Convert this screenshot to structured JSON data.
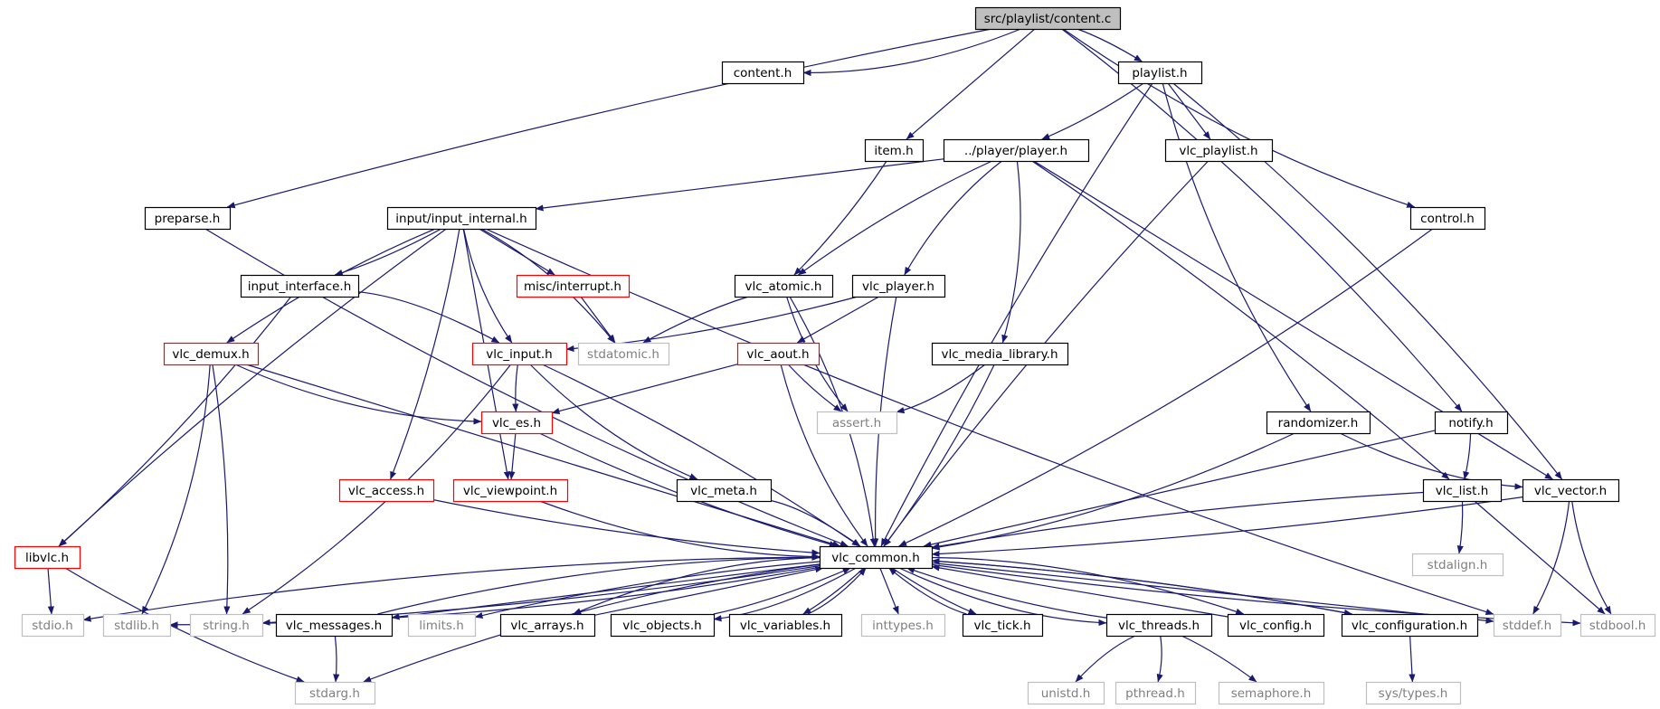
{
  "diagram": {
    "root": "src/playlist/content.c",
    "colors": {
      "root_fill": "#bfbfbf",
      "normal_border": "#000000",
      "truncated_border": "#ff0000",
      "system_border": "#bfbfbf",
      "system_text": "#7f7f7f",
      "edge": "#191970"
    },
    "nodes": {
      "content_c": {
        "label": "src/playlist/content.c",
        "kind": "root"
      },
      "content_h": {
        "label": "content.h",
        "kind": "normal"
      },
      "playlist_h": {
        "label": "playlist.h",
        "kind": "normal"
      },
      "item_h": {
        "label": "item.h",
        "kind": "normal"
      },
      "player_player_h": {
        "label": "../player/player.h",
        "kind": "normal"
      },
      "vlc_playlist_h": {
        "label": "vlc_playlist.h",
        "kind": "normal"
      },
      "preparse_h": {
        "label": "preparse.h",
        "kind": "normal"
      },
      "input_internal_h": {
        "label": "input/input_internal.h",
        "kind": "normal"
      },
      "control_h": {
        "label": "control.h",
        "kind": "normal"
      },
      "input_interface_h": {
        "label": "input_interface.h",
        "kind": "normal"
      },
      "misc_interrupt_h": {
        "label": "misc/interrupt.h",
        "kind": "truncated"
      },
      "vlc_atomic_h": {
        "label": "vlc_atomic.h",
        "kind": "normal"
      },
      "vlc_player_h": {
        "label": "vlc_player.h",
        "kind": "normal"
      },
      "vlc_demux_h": {
        "label": "vlc_demux.h",
        "kind": "truncated"
      },
      "vlc_input_h": {
        "label": "vlc_input.h",
        "kind": "truncated"
      },
      "stdatomic_h": {
        "label": "stdatomic.h",
        "kind": "system"
      },
      "vlc_aout_h": {
        "label": "vlc_aout.h",
        "kind": "truncated"
      },
      "vlc_media_library_h": {
        "label": "vlc_media_library.h",
        "kind": "normal"
      },
      "vlc_es_h": {
        "label": "vlc_es.h",
        "kind": "truncated"
      },
      "assert_h": {
        "label": "assert.h",
        "kind": "system"
      },
      "randomizer_h": {
        "label": "randomizer.h",
        "kind": "normal"
      },
      "notify_h": {
        "label": "notify.h",
        "kind": "normal"
      },
      "vlc_access_h": {
        "label": "vlc_access.h",
        "kind": "truncated"
      },
      "vlc_viewpoint_h": {
        "label": "vlc_viewpoint.h",
        "kind": "truncated"
      },
      "vlc_meta_h": {
        "label": "vlc_meta.h",
        "kind": "normal"
      },
      "vlc_list_h": {
        "label": "vlc_list.h",
        "kind": "normal"
      },
      "vlc_vector_h": {
        "label": "vlc_vector.h",
        "kind": "normal"
      },
      "libvlc_h": {
        "label": "libvlc.h",
        "kind": "truncated"
      },
      "vlc_common_h": {
        "label": "vlc_common.h",
        "kind": "normal"
      },
      "stdalign_h": {
        "label": "stdalign.h",
        "kind": "system"
      },
      "stdio_h": {
        "label": "stdio.h",
        "kind": "system"
      },
      "stdlib_h": {
        "label": "stdlib.h",
        "kind": "system"
      },
      "string_h": {
        "label": "string.h",
        "kind": "system"
      },
      "vlc_messages_h": {
        "label": "vlc_messages.h",
        "kind": "normal"
      },
      "limits_h": {
        "label": "limits.h",
        "kind": "system"
      },
      "vlc_arrays_h": {
        "label": "vlc_arrays.h",
        "kind": "normal"
      },
      "vlc_objects_h": {
        "label": "vlc_objects.h",
        "kind": "normal"
      },
      "vlc_variables_h": {
        "label": "vlc_variables.h",
        "kind": "normal"
      },
      "inttypes_h": {
        "label": "inttypes.h",
        "kind": "system"
      },
      "vlc_tick_h": {
        "label": "vlc_tick.h",
        "kind": "normal"
      },
      "vlc_threads_h": {
        "label": "vlc_threads.h",
        "kind": "normal"
      },
      "vlc_config_h": {
        "label": "vlc_config.h",
        "kind": "normal"
      },
      "vlc_configuration_h": {
        "label": "vlc_configuration.h",
        "kind": "normal"
      },
      "stddef_h": {
        "label": "stddef.h",
        "kind": "system"
      },
      "stdbool_h": {
        "label": "stdbool.h",
        "kind": "system"
      },
      "stdarg_h": {
        "label": "stdarg.h",
        "kind": "system"
      },
      "unistd_h": {
        "label": "unistd.h",
        "kind": "system"
      },
      "pthread_h": {
        "label": "pthread.h",
        "kind": "system"
      },
      "semaphore_h": {
        "label": "semaphore.h",
        "kind": "system"
      },
      "sys_types_h": {
        "label": "sys/types.h",
        "kind": "system"
      }
    },
    "edges": [
      [
        "content_c",
        "content_h"
      ],
      [
        "content_c",
        "playlist_h"
      ],
      [
        "content_c",
        "item_h"
      ],
      [
        "content_c",
        "preparse_h"
      ],
      [
        "content_c",
        "control_h"
      ],
      [
        "content_c",
        "notify_h"
      ],
      [
        "playlist_h",
        "player_player_h"
      ],
      [
        "playlist_h",
        "vlc_playlist_h"
      ],
      [
        "playlist_h",
        "vlc_common_h"
      ],
      [
        "playlist_h",
        "randomizer_h"
      ],
      [
        "playlist_h",
        "vlc_vector_h"
      ],
      [
        "item_h",
        "vlc_atomic_h"
      ],
      [
        "player_player_h",
        "input_internal_h"
      ],
      [
        "player_player_h",
        "vlc_atomic_h"
      ],
      [
        "player_player_h",
        "vlc_player_h"
      ],
      [
        "player_player_h",
        "vlc_media_library_h"
      ],
      [
        "player_player_h",
        "vlc_list_h"
      ],
      [
        "player_player_h",
        "vlc_vector_h"
      ],
      [
        "vlc_playlist_h",
        "vlc_common_h"
      ],
      [
        "preparse_h",
        "vlc_common_h"
      ],
      [
        "control_h",
        "vlc_common_h"
      ],
      [
        "input_internal_h",
        "input_interface_h"
      ],
      [
        "input_internal_h",
        "misc_interrupt_h"
      ],
      [
        "input_internal_h",
        "vlc_demux_h"
      ],
      [
        "input_internal_h",
        "vlc_input_h"
      ],
      [
        "input_internal_h",
        "stdatomic_h"
      ],
      [
        "input_internal_h",
        "vlc_access_h"
      ],
      [
        "input_internal_h",
        "vlc_viewpoint_h"
      ],
      [
        "input_internal_h",
        "libvlc_h"
      ],
      [
        "input_internal_h",
        "stddef_h"
      ],
      [
        "input_interface_h",
        "vlc_input_h"
      ],
      [
        "input_interface_h",
        "libvlc_h"
      ],
      [
        "misc_interrupt_h",
        "stdatomic_h"
      ],
      [
        "vlc_atomic_h",
        "stdatomic_h"
      ],
      [
        "vlc_atomic_h",
        "assert_h"
      ],
      [
        "vlc_atomic_h",
        "vlc_common_h"
      ],
      [
        "vlc_player_h",
        "vlc_input_h"
      ],
      [
        "vlc_player_h",
        "vlc_aout_h"
      ],
      [
        "vlc_player_h",
        "vlc_common_h"
      ],
      [
        "vlc_demux_h",
        "vlc_es_h"
      ],
      [
        "vlc_demux_h",
        "stdlib_h"
      ],
      [
        "vlc_demux_h",
        "string_h"
      ],
      [
        "vlc_demux_h",
        "vlc_common_h"
      ],
      [
        "vlc_input_h",
        "vlc_es_h"
      ],
      [
        "vlc_input_h",
        "vlc_meta_h"
      ],
      [
        "vlc_input_h",
        "string_h"
      ],
      [
        "vlc_input_h",
        "vlc_common_h"
      ],
      [
        "vlc_aout_h",
        "vlc_es_h"
      ],
      [
        "vlc_aout_h",
        "assert_h"
      ],
      [
        "vlc_aout_h",
        "vlc_common_h"
      ],
      [
        "vlc_media_library_h",
        "assert_h"
      ],
      [
        "vlc_media_library_h",
        "vlc_common_h"
      ],
      [
        "vlc_es_h",
        "vlc_viewpoint_h"
      ],
      [
        "vlc_es_h",
        "vlc_common_h"
      ],
      [
        "randomizer_h",
        "vlc_vector_h"
      ],
      [
        "randomizer_h",
        "vlc_common_h"
      ],
      [
        "notify_h",
        "vlc_list_h"
      ],
      [
        "notify_h",
        "vlc_common_h"
      ],
      [
        "vlc_access_h",
        "vlc_common_h"
      ],
      [
        "vlc_viewpoint_h",
        "vlc_common_h"
      ],
      [
        "vlc_meta_h",
        "vlc_common_h"
      ],
      [
        "vlc_list_h",
        "stdalign_h"
      ],
      [
        "vlc_list_h",
        "stdbool_h"
      ],
      [
        "vlc_list_h",
        "vlc_common_h"
      ],
      [
        "vlc_vector_h",
        "stdbool_h"
      ],
      [
        "vlc_vector_h",
        "stddef_h"
      ],
      [
        "vlc_vector_h",
        "vlc_common_h"
      ],
      [
        "libvlc_h",
        "stdio_h"
      ],
      [
        "libvlc_h",
        "stdarg_h"
      ],
      [
        "vlc_common_h",
        "stdio_h"
      ],
      [
        "vlc_common_h",
        "stdlib_h"
      ],
      [
        "vlc_common_h",
        "string_h"
      ],
      [
        "vlc_common_h",
        "vlc_messages_h"
      ],
      [
        "vlc_common_h",
        "limits_h"
      ],
      [
        "vlc_common_h",
        "vlc_arrays_h"
      ],
      [
        "vlc_common_h",
        "vlc_objects_h"
      ],
      [
        "vlc_common_h",
        "vlc_variables_h"
      ],
      [
        "vlc_common_h",
        "inttypes_h"
      ],
      [
        "vlc_common_h",
        "vlc_tick_h"
      ],
      [
        "vlc_common_h",
        "vlc_threads_h"
      ],
      [
        "vlc_common_h",
        "vlc_config_h"
      ],
      [
        "vlc_common_h",
        "vlc_configuration_h"
      ],
      [
        "vlc_common_h",
        "stddef_h"
      ],
      [
        "vlc_common_h",
        "stdbool_h"
      ],
      [
        "vlc_common_h",
        "stdarg_h"
      ],
      [
        "vlc_messages_h",
        "vlc_common_h"
      ],
      [
        "vlc_messages_h",
        "stdarg_h"
      ],
      [
        "vlc_arrays_h",
        "vlc_common_h"
      ],
      [
        "vlc_objects_h",
        "vlc_common_h"
      ],
      [
        "vlc_variables_h",
        "vlc_common_h"
      ],
      [
        "vlc_tick_h",
        "vlc_common_h"
      ],
      [
        "vlc_threads_h",
        "vlc_common_h"
      ],
      [
        "vlc_config_h",
        "vlc_common_h"
      ],
      [
        "vlc_configuration_h",
        "vlc_common_h"
      ],
      [
        "vlc_threads_h",
        "unistd_h"
      ],
      [
        "vlc_threads_h",
        "pthread_h"
      ],
      [
        "vlc_threads_h",
        "semaphore_h"
      ],
      [
        "vlc_configuration_h",
        "sys_types_h"
      ]
    ]
  }
}
